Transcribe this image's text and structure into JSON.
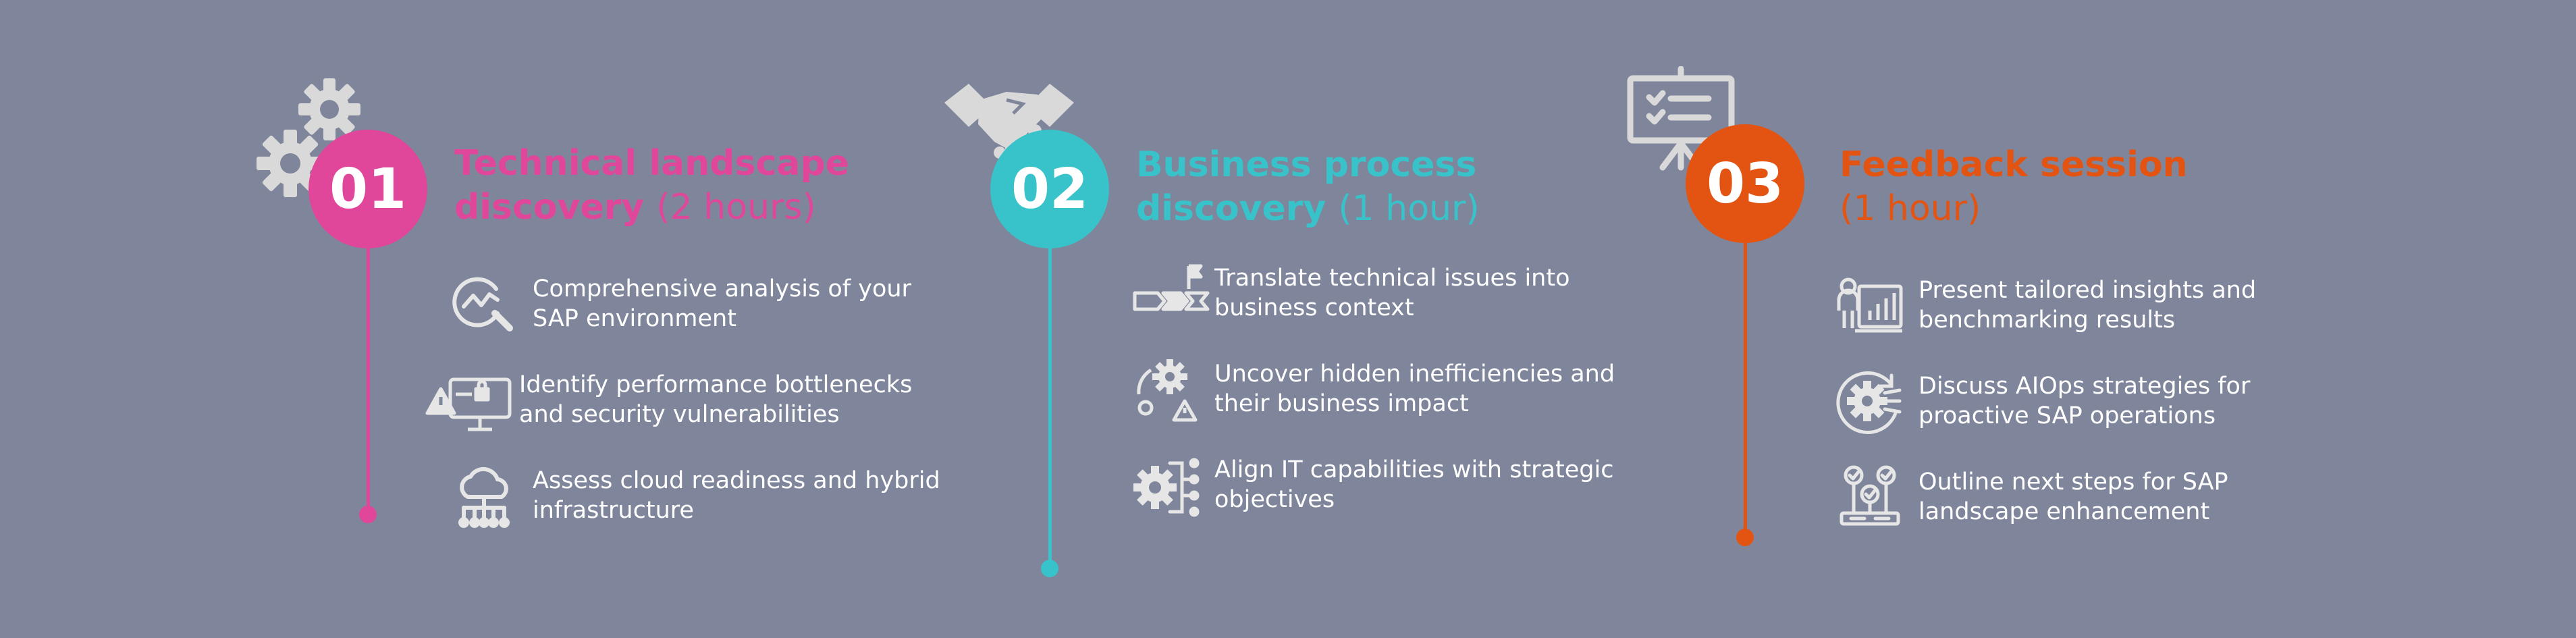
{
  "phases": [
    {
      "number": "01",
      "title": "Technical landscape discovery",
      "title_line1": "Technical landscape",
      "title_line2": "discovery",
      "duration": "(2 hours)",
      "color": "#e0479b",
      "top_icon": "gears-icon",
      "items": [
        {
          "icon": "analysis-magnifier-icon",
          "text": "Comprehensive analysis of your SAP environment"
        },
        {
          "icon": "monitor-warning-icon",
          "text": "Identify performance bottlenecks and security vulnerabilities"
        },
        {
          "icon": "cloud-network-icon",
          "text": "Assess cloud readiness and hybrid infrastructure"
        }
      ]
    },
    {
      "number": "02",
      "title": "Business process discovery",
      "title_line1": "Business process",
      "title_line2": "discovery",
      "duration": "(1 hour)",
      "color": "#38c2c9",
      "top_icon": "handshake-icon",
      "items": [
        {
          "icon": "process-flag-icon",
          "text": "Translate technical issues into business context"
        },
        {
          "icon": "gear-warning-icon",
          "text": "Uncover hidden inefficiencies and their business impact"
        },
        {
          "icon": "gear-branch-icon",
          "text": "Align IT capabilities with strategic objectives"
        }
      ]
    },
    {
      "number": "03",
      "title": "Feedback session",
      "title_line1": "Feedback session",
      "title_line2": "",
      "duration": "(1 hour)",
      "color": "#e35412",
      "top_icon": "presentation-board-icon",
      "items": [
        {
          "icon": "report-person-icon",
          "text": "Present tailored insights and benchmarking results"
        },
        {
          "icon": "gear-cycle-icon",
          "text": "Discuss AIOps strategies for proactive SAP operations"
        },
        {
          "icon": "checklist-steps-icon",
          "text": "Outline next steps for SAP landscape enhancement"
        }
      ]
    }
  ]
}
